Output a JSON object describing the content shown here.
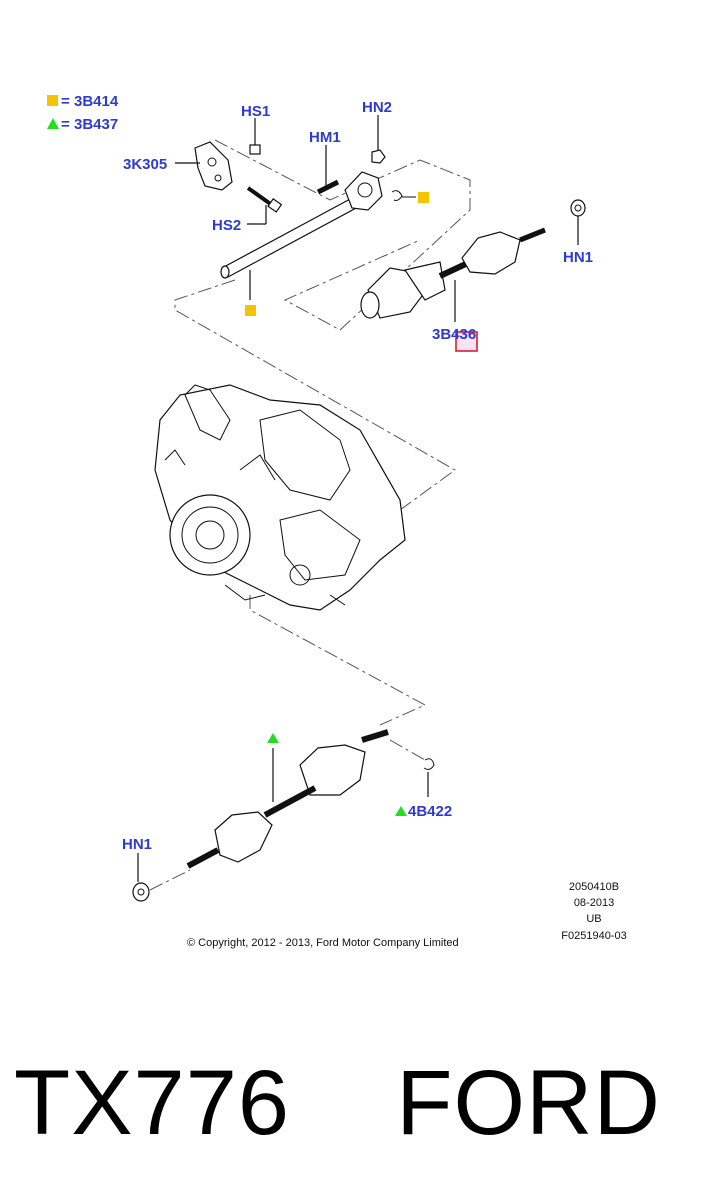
{
  "legend": {
    "square_code": "3B414",
    "triangle_code": "3B437",
    "equals": "="
  },
  "callouts": {
    "hs1": "HS1",
    "hn2": "HN2",
    "hm1": "HM1",
    "k305": "3K305",
    "hs2": "HS2",
    "hn1_top": "HN1",
    "b436": "3B436",
    "b422": "4B422",
    "hn1_bottom": "HN1"
  },
  "stamp": {
    "line1": "2050410B",
    "line2": "08-2013",
    "line3": "UB",
    "line4": "F0251940-03"
  },
  "copyright": "© Copyright, 2012 - 2013, Ford Motor Company Limited",
  "caption": "TX776    FORD",
  "colors": {
    "callout_blue": "#2f3bd0",
    "square_marker": "#f5c400",
    "triangle_marker": "#22dd22",
    "highlight_box": "#d81b3c"
  },
  "icons": {
    "square": "yellow-square-icon",
    "triangle": "green-triangle-icon"
  }
}
